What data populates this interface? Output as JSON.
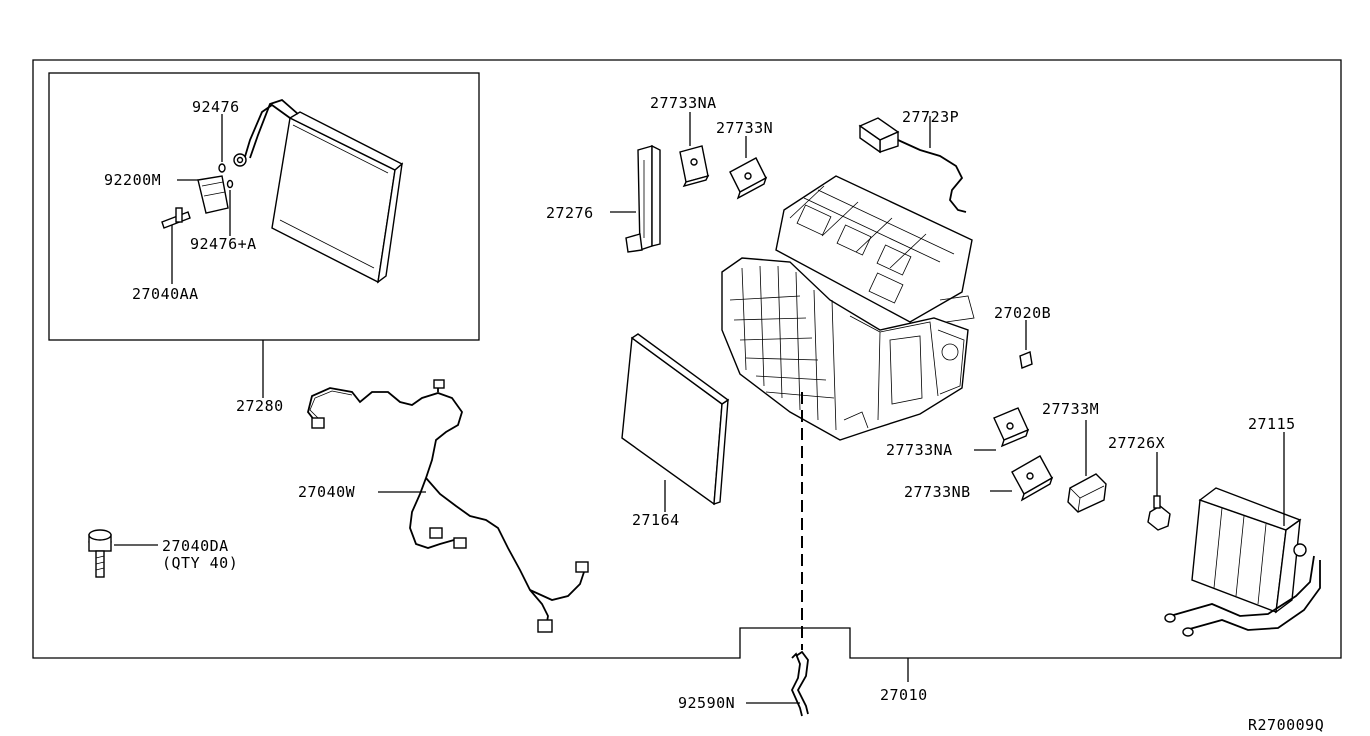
{
  "diagram_ref": "R270009Q",
  "labels": {
    "p92476": "92476",
    "p92200M": "92200M",
    "p92476A": "92476+A",
    "p27040AA": "27040AA",
    "p27280": "27280",
    "p27040W": "27040W",
    "p27040DA": "27040DA",
    "p27040DA_qty": "(QTY 40)",
    "p27733NA_top": "27733NA",
    "p27733N": "27733N",
    "p27723P": "27723P",
    "p27276": "27276",
    "p27164": "27164",
    "p27020B": "27020B",
    "p27733M": "27733M",
    "p27733NA_mid": "27733NA",
    "p27726X": "27726X",
    "p27115": "27115",
    "p27733NB": "27733NB",
    "p92590N": "92590N",
    "p27010": "27010"
  }
}
